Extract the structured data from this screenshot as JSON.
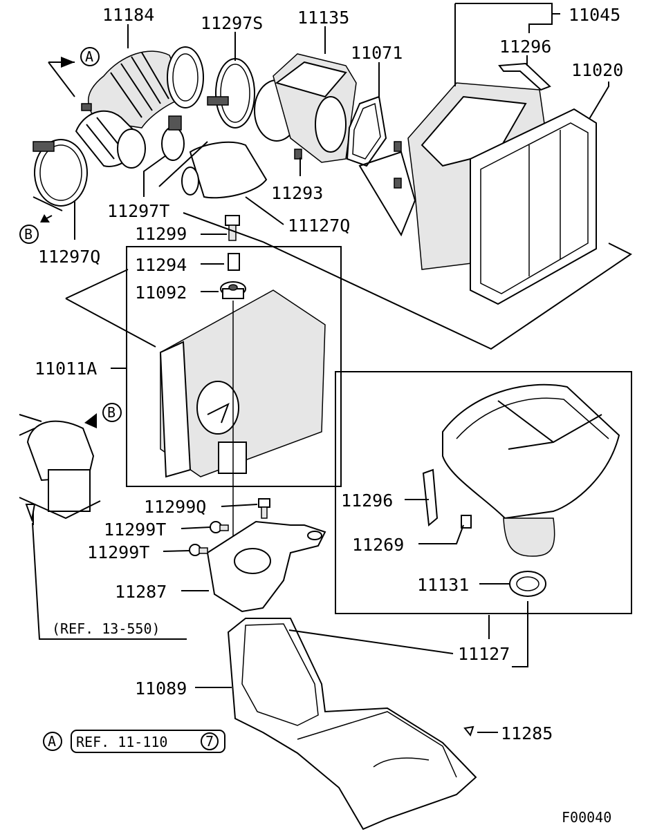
{
  "labels": {
    "p11184": "11184",
    "p11297S": "11297S",
    "p11135": "11135",
    "p11071": "11071",
    "p11045": "11045",
    "p11296_top": "11296",
    "p11020": "11020",
    "p11293": "11293",
    "p11297T_top": "11297T",
    "p11127Q": "11127Q",
    "p11299": "11299",
    "p11297Q": "11297Q",
    "p11294": "11294",
    "p11092": "11092",
    "p11011A": "11011A",
    "p11296_right": "11296",
    "p11269": "11269",
    "p11131": "11131",
    "p11299Q": "11299Q",
    "p11299T_a": "11299T",
    "p11299T_b": "11299T",
    "p11287": "11287",
    "p11127": "11127",
    "p11089": "11089",
    "p11285": "11285"
  },
  "callouts": {
    "a": "A",
    "b": "B",
    "seven": "7"
  },
  "references": {
    "ref_13_550": "(REF. 13-550)",
    "ref_11_110": "REF. 11-110"
  },
  "figure_code": "F00040"
}
